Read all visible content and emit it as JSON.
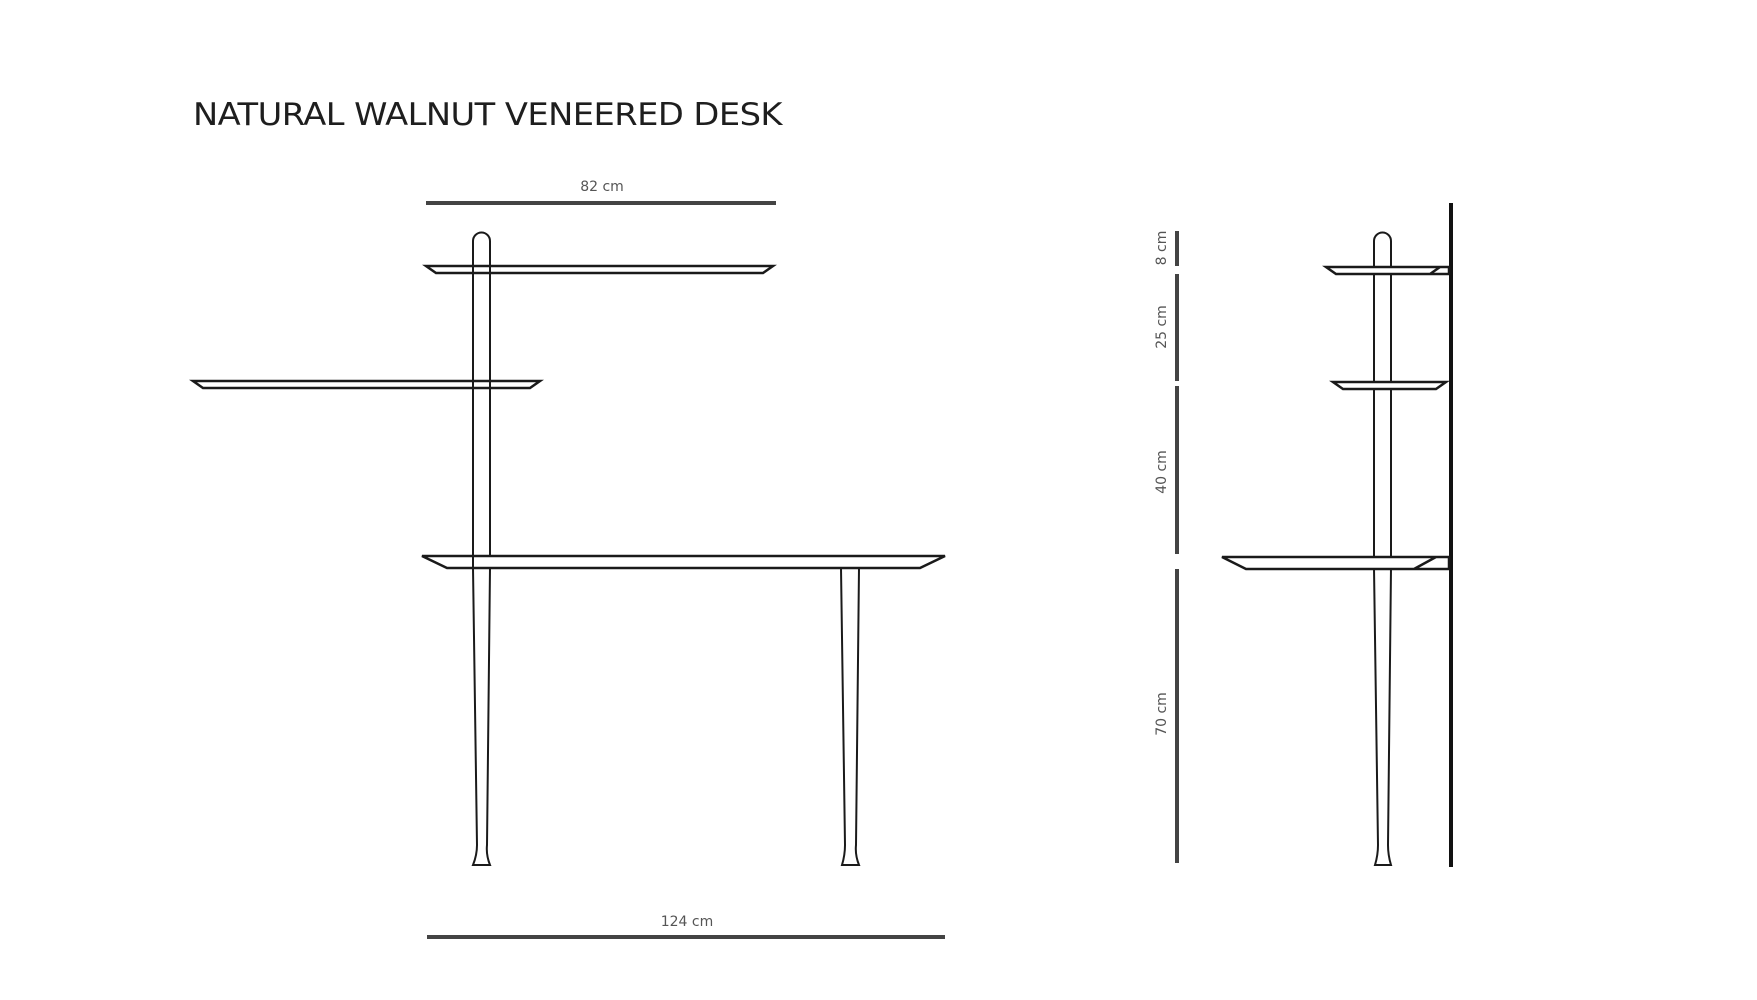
{
  "title": "NATURAL WALNUT VENEERED DESK",
  "dimensions": {
    "top_shelf_width": "82 cm",
    "desk_width": "124 cm",
    "heights": [
      "8 cm",
      "25 cm",
      "40 cm",
      "70 cm"
    ]
  },
  "colors": {
    "line": "#1a1a1a",
    "dimension": "#444444",
    "background": "#ffffff"
  }
}
